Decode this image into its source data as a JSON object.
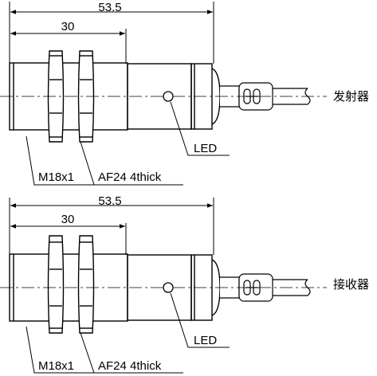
{
  "sensors": [
    {
      "id": "emitter",
      "role_label": "发射器",
      "overall_length_label": "53.5",
      "thread_length_label": "30",
      "thread_label": "M18x1",
      "nut_label": "AF24 4thick",
      "led_label": "LED"
    },
    {
      "id": "receiver",
      "role_label": "接收器",
      "overall_length_label": "53.5",
      "thread_length_label": "30",
      "thread_label": "M18x1",
      "nut_label": "AF24 4thick",
      "led_label": "LED"
    }
  ]
}
